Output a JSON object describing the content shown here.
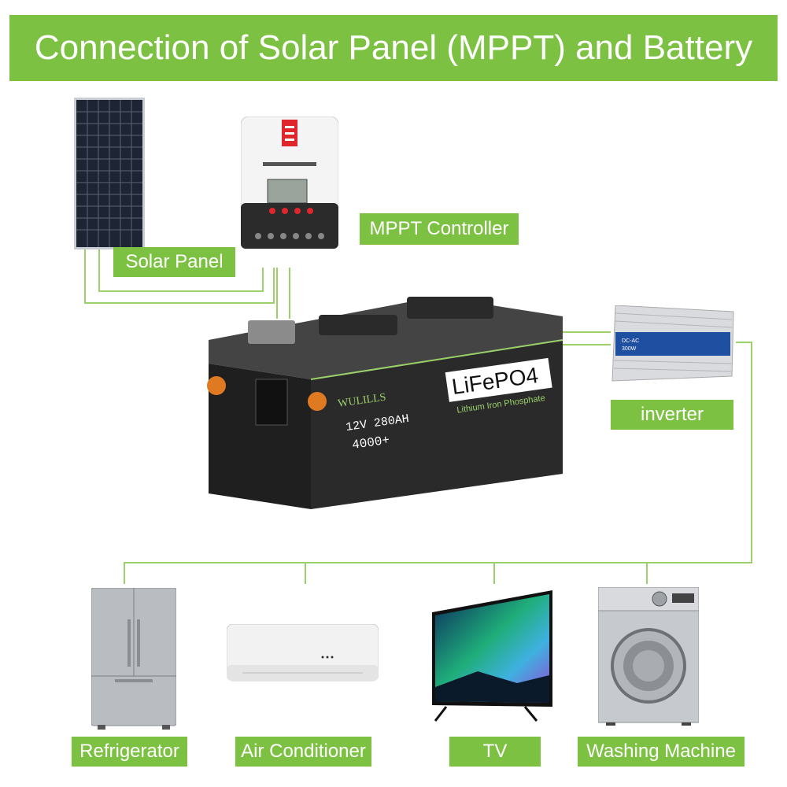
{
  "title": "Connection of Solar Panel (MPPT) and Battery",
  "labels": {
    "solar_panel": "Solar Panel",
    "mppt_controller": "MPPT Controller",
    "inverter": "inverter",
    "refrigerator": "Refrigerator",
    "air_conditioner": "Air Conditioner",
    "tv": "TV",
    "washing_machine": "Washing Machine"
  },
  "battery": {
    "brand": "WULILLS",
    "chemistry": "LiFePO4",
    "chemistry_full": "Lithium Iron Phosphate",
    "spec": "12V 280AH",
    "cycles": "4000+"
  },
  "inverter_device": {
    "model": "DC-AC",
    "power": "300W"
  },
  "colors": {
    "accent_green": "#7cc142",
    "wire_green": "#9bd16a"
  }
}
